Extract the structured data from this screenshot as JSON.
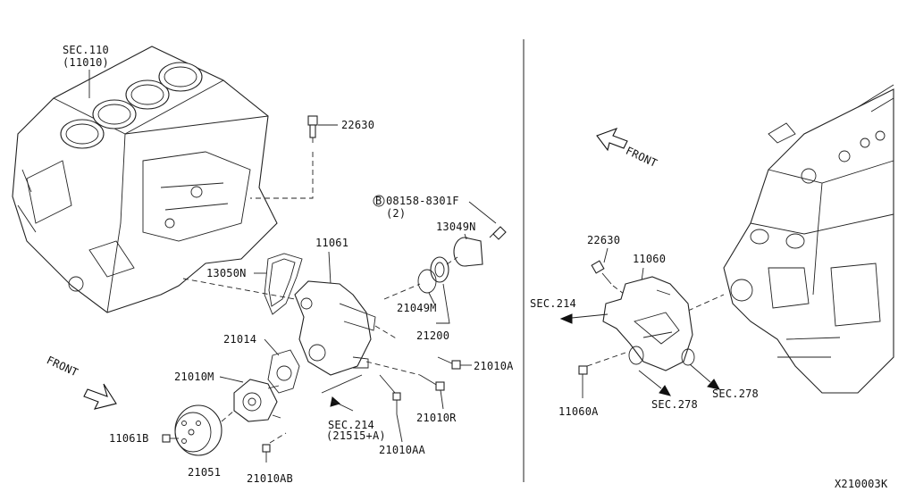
{
  "labels": {
    "sec110": "SEC.110",
    "sec110_sub": "(11010)",
    "p22630_left": "22630",
    "p08158": "08158-8301F",
    "p08158_qty": "(2)",
    "p08158_marker": "B",
    "p13049n": "13049N",
    "p11061": "11061",
    "p13050n": "13050N",
    "p21049m": "21049M",
    "p21200": "21200",
    "p21014": "21014",
    "p21010m": "21010M",
    "p21010a": "21010A",
    "p21010r": "21010R",
    "sec214_left": "SEC.214",
    "sec214_left_sub": "(21515+A)",
    "p21010aa": "21010AA",
    "p11061b": "11061B",
    "p21051": "21051",
    "p21010ab": "21010AB",
    "front_left": "FRONT",
    "front_right": "FRONT",
    "p22630_right": "22630",
    "p11060": "11060",
    "sec214_right": "SEC.214",
    "p11060a": "11060A",
    "sec278_a": "SEC.278",
    "sec278_b": "SEC.278",
    "diagram_id": "X210003K"
  }
}
